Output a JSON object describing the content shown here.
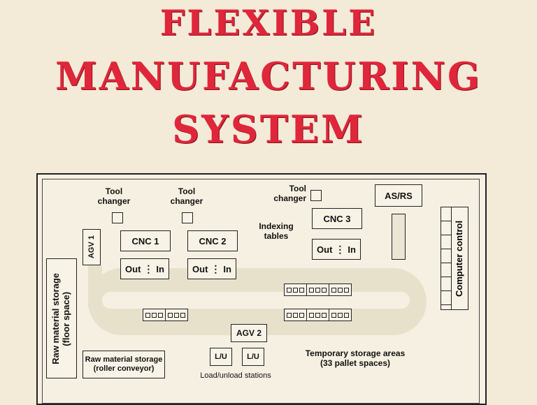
{
  "title": {
    "line1": "FLEXIBLE",
    "line2": "MANUFACTURING",
    "line3": "SYSTEM"
  },
  "diagram": {
    "tool_changer": "Tool changer",
    "tool_changer_line1": "Tool",
    "tool_changer_line2": "changer",
    "cnc1": "CNC 1",
    "cnc2": "CNC 2",
    "cnc3": "CNC 3",
    "out": "Out",
    "in": "In",
    "indexing_line1": "Indexing",
    "indexing_line2": "tables",
    "asrs": "AS/RS",
    "computer_control": "Computer control",
    "agv1": "AGV 1",
    "agv2": "AGV 2",
    "raw_floor_line1": "Raw material storage",
    "raw_floor_line2": "(floor space)",
    "raw_roller_line1": "Raw material storage",
    "raw_roller_line2": "(roller conveyor)",
    "lu": "L/U",
    "load_unload": "Load/unload stations",
    "temp_line1": "Temporary storage areas",
    "temp_line2": "(33 pallet spaces)"
  },
  "colors": {
    "title": "#e0263a",
    "background": "#f3ead7",
    "line": "#222222"
  }
}
